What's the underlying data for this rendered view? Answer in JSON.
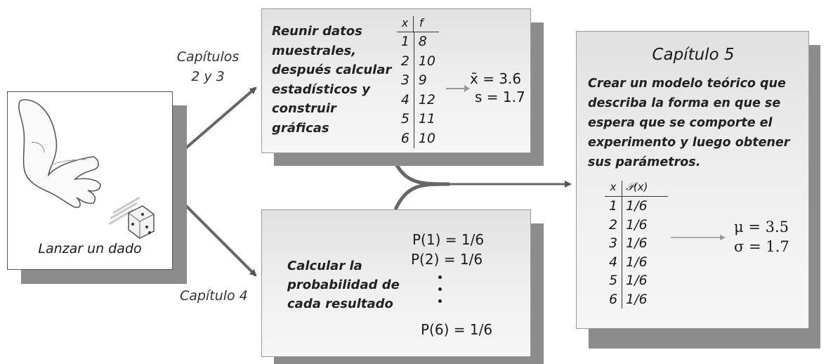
{
  "die_box": {
    "caption": "Lanzar un dado"
  },
  "arrow_labels": {
    "chapters_2_3_line1": "Capítulos",
    "chapters_2_3_line2": "2 y 3",
    "chapter_4": "Capítulo 4"
  },
  "sample_box": {
    "text_lines": [
      "Reunir datos",
      "muestrales,",
      "después calcular",
      "estadísticos y",
      "construir",
      "gráficas"
    ],
    "table": {
      "headers": [
        "x",
        "f"
      ],
      "rows": [
        [
          "1",
          "8"
        ],
        [
          "2",
          "10"
        ],
        [
          "3",
          "9"
        ],
        [
          "4",
          "12"
        ],
        [
          "5",
          "11"
        ],
        [
          "6",
          "10"
        ]
      ]
    },
    "mean": "x̄ = 3.6",
    "sd": "s = 1.7"
  },
  "probability_box": {
    "text_lines": [
      "Calcular la",
      "probabilidad de",
      "cada resultado"
    ],
    "p1": "P(1) = 1/6",
    "p2": "P(2) = 1/6",
    "p6": "P(6) = 1/6"
  },
  "model_box": {
    "title": "Capítulo 5",
    "text_lines": [
      "Crear un modelo teórico que",
      "describa la forma en que se",
      "espera que se comporte el",
      "experimento y luego obtener",
      "sus parámetros."
    ],
    "table": {
      "headers": [
        "x",
        "𝒫(x)"
      ],
      "rows": [
        [
          "1",
          "1/6"
        ],
        [
          "2",
          "1/6"
        ],
        [
          "3",
          "1/6"
        ],
        [
          "4",
          "1/6"
        ],
        [
          "5",
          "1/6"
        ],
        [
          "6",
          "1/6"
        ]
      ]
    },
    "mu": "μ = 3.5",
    "sigma": "σ = 1.7"
  }
}
